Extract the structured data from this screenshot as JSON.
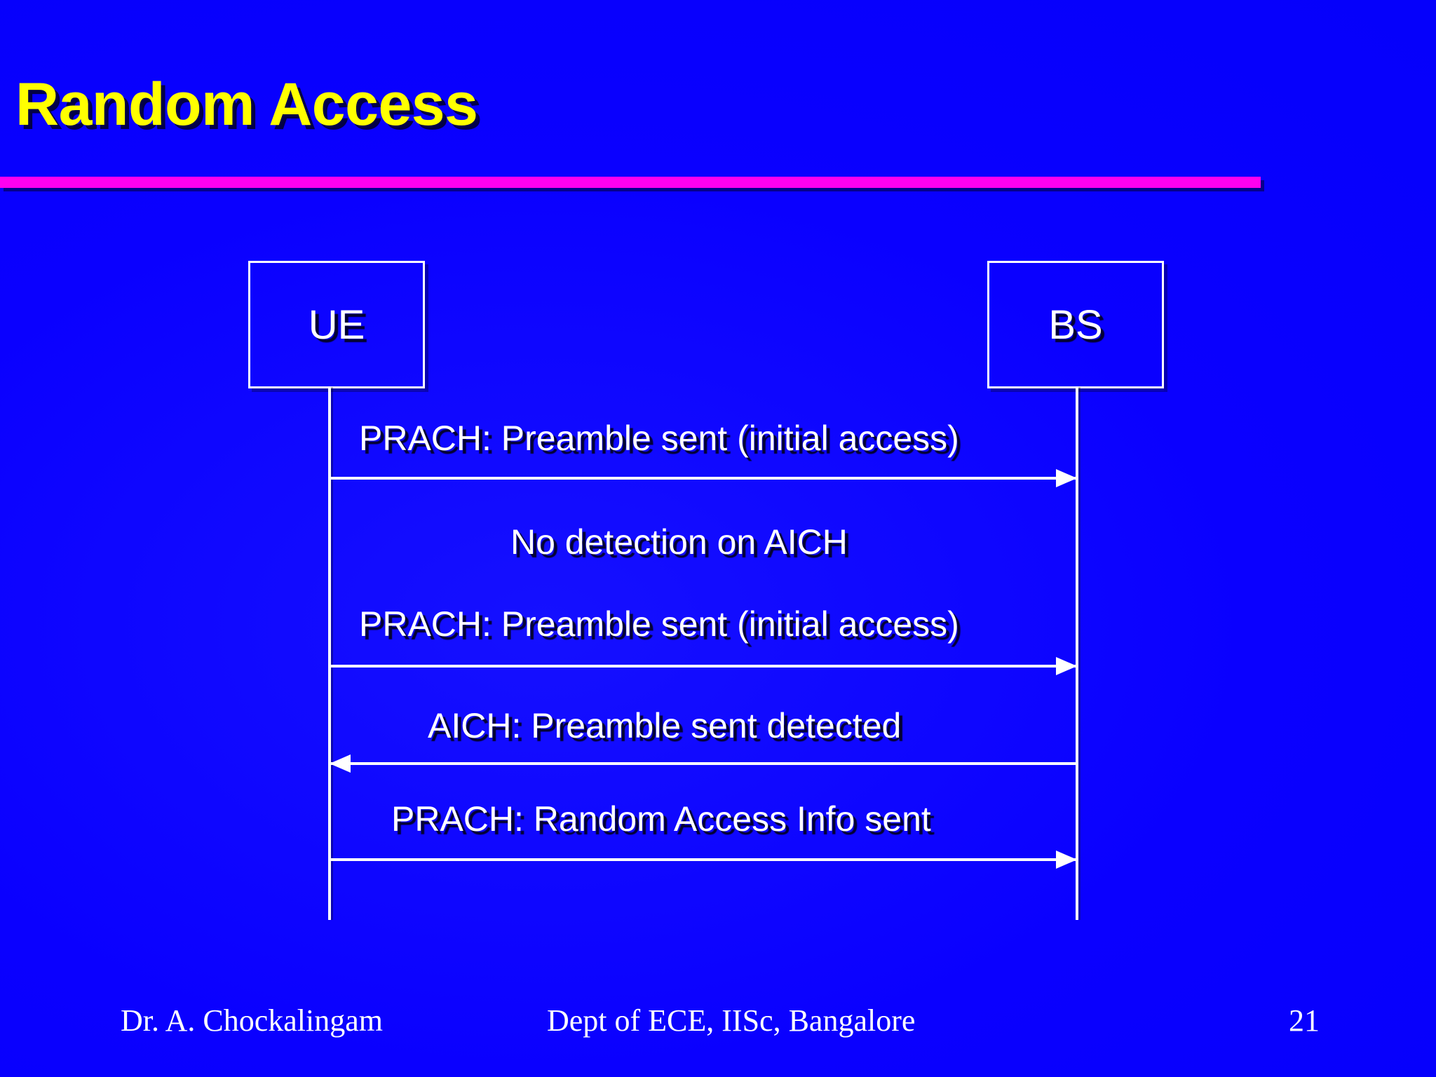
{
  "slide": {
    "title": "Random Access",
    "title_color": "#ffff00",
    "background_color": "#0000ff",
    "divider_color": "#ff00f0",
    "line_color": "#ffffff"
  },
  "diagram": {
    "type": "sequence",
    "nodes": [
      {
        "id": "ue",
        "label": "UE"
      },
      {
        "id": "bs",
        "label": "BS"
      }
    ],
    "messages": [
      {
        "text": "PRACH: Preamble sent (initial access)",
        "from": "ue",
        "to": "bs",
        "direction": "right",
        "has_arrow": true
      },
      {
        "text": "No detection on AICH",
        "from": "",
        "to": "",
        "direction": "none",
        "has_arrow": false
      },
      {
        "text": "PRACH: Preamble sent (initial access)",
        "from": "ue",
        "to": "bs",
        "direction": "right",
        "has_arrow": true
      },
      {
        "text": "AICH: Preamble sent detected",
        "from": "bs",
        "to": "ue",
        "direction": "left",
        "has_arrow": true
      },
      {
        "text": "PRACH: Random Access Info sent",
        "from": "ue",
        "to": "bs",
        "direction": "right",
        "has_arrow": true
      }
    ]
  },
  "footer": {
    "author": "Dr. A. Chockalingam",
    "department": "Dept of ECE, IISc, Bangalore",
    "page_number": "21"
  }
}
